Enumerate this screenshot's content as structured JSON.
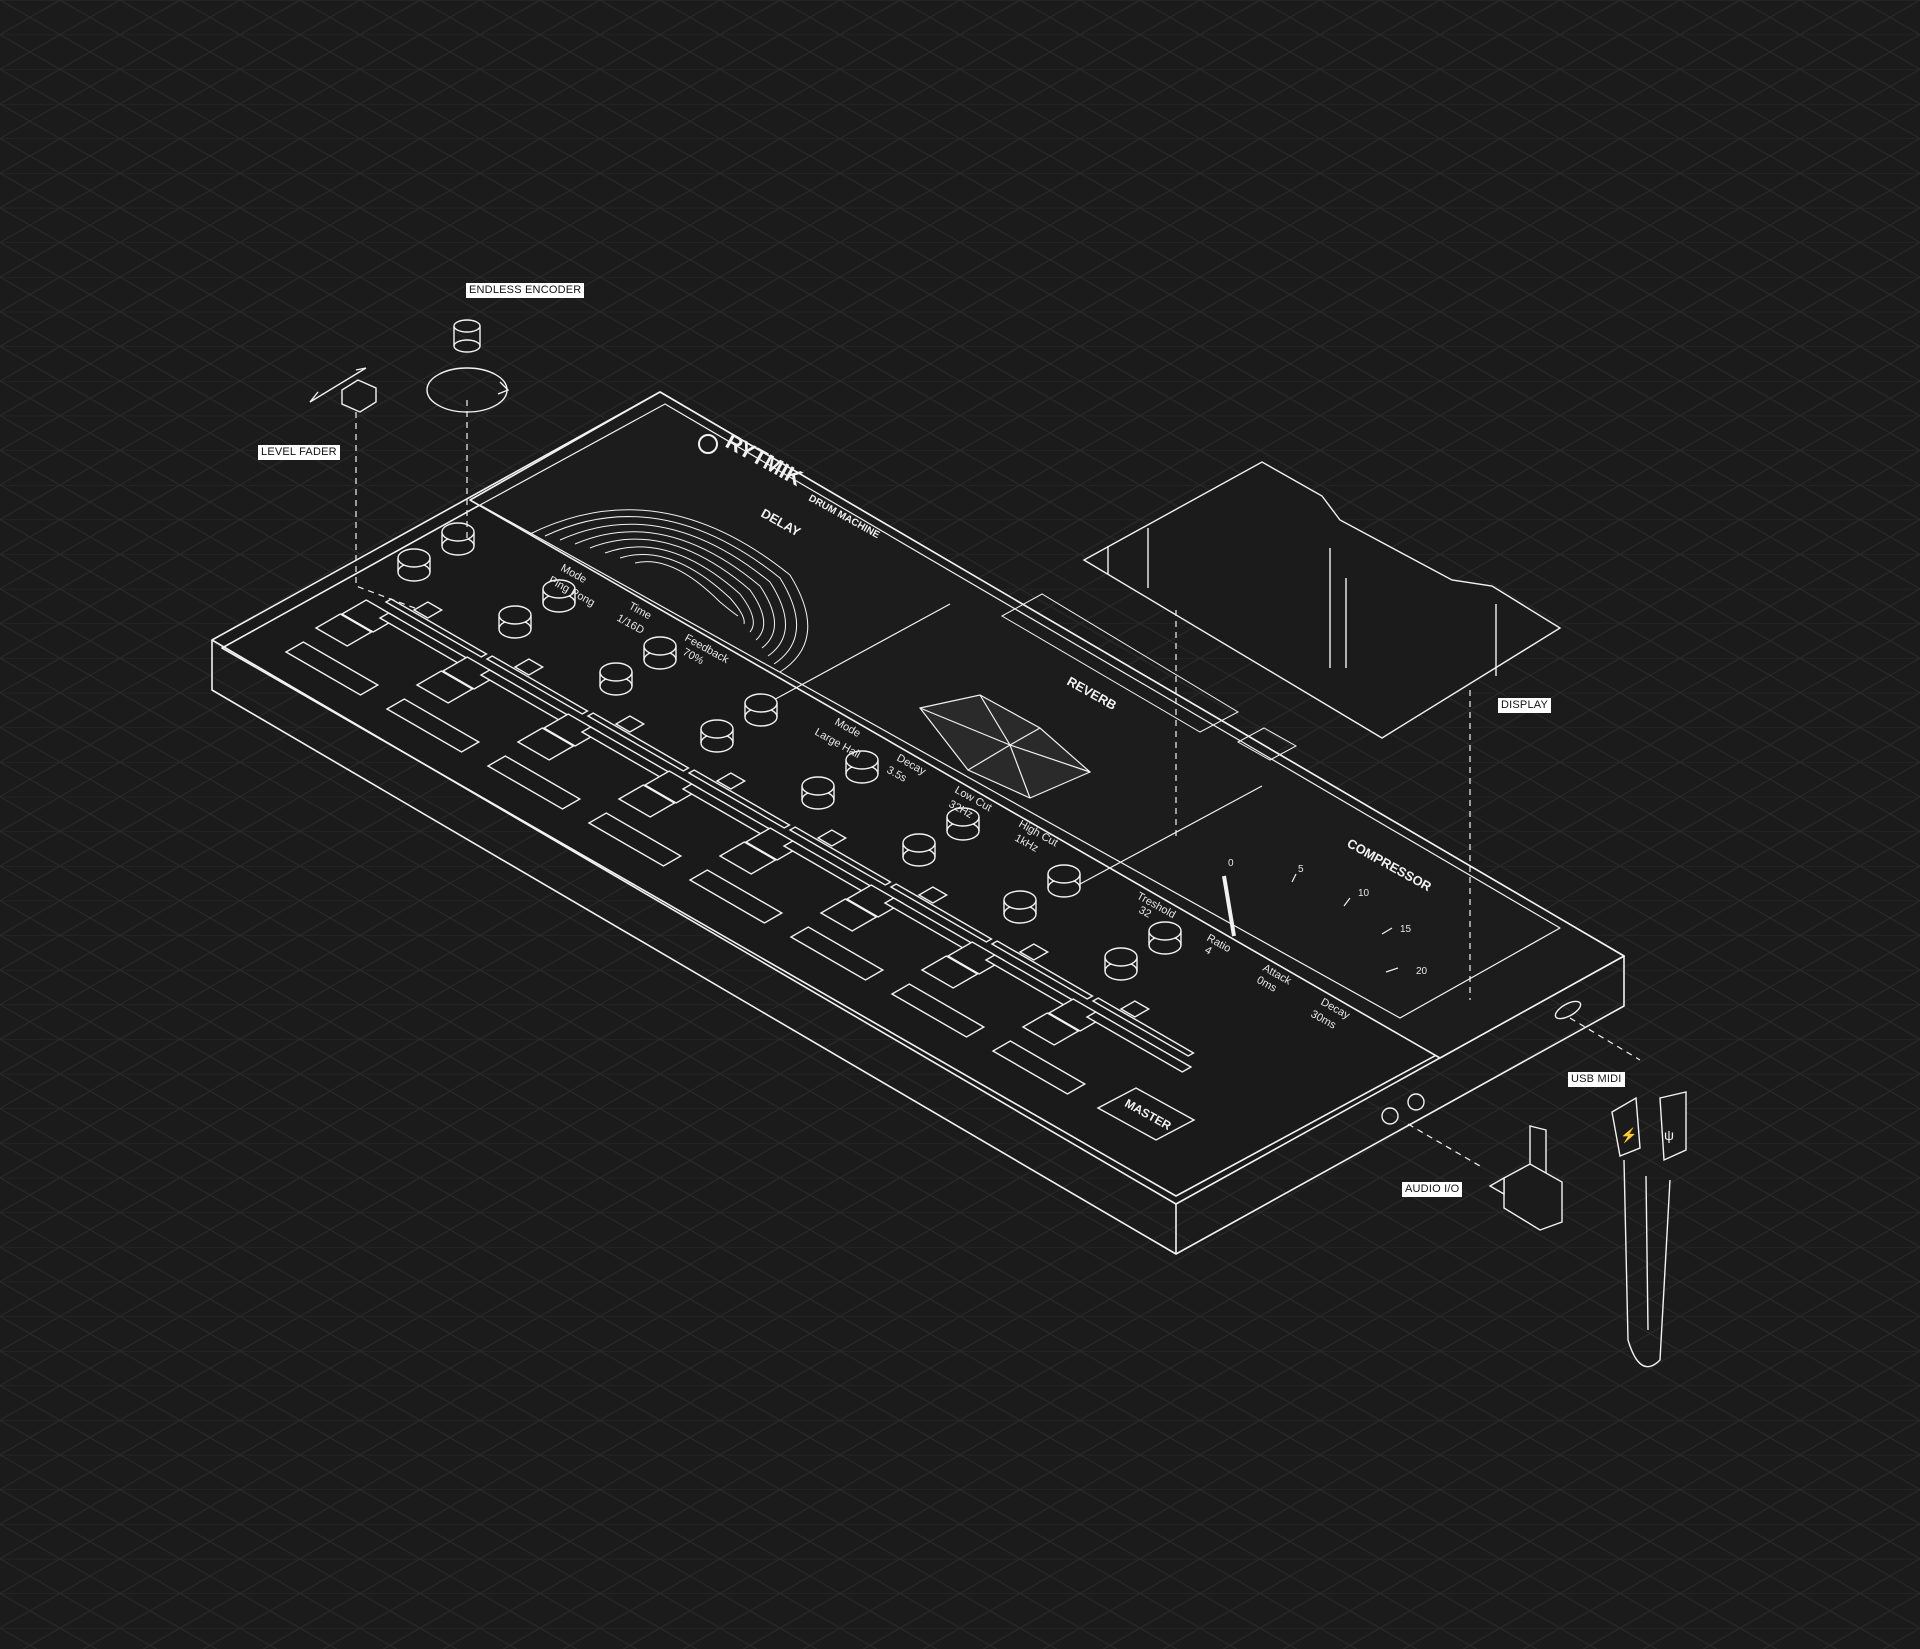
{
  "callouts": {
    "endless_encoder": "ENDLESS ENCODER",
    "level_fader": "LEVEL FADER",
    "display": "DISPLAY",
    "usb_midi": "USB MIDI",
    "audio_io": "AUDIO I/O"
  },
  "device": {
    "brand": "RYTMIK",
    "subtitle": "DRUM MACHINE",
    "master_label": "MASTER"
  },
  "delay": {
    "title": "DELAY",
    "params": [
      {
        "name": "Mode",
        "value": "Ping Pong"
      },
      {
        "name": "Time",
        "value": "1/16D"
      },
      {
        "name": "Feedback",
        "value": "70%"
      }
    ]
  },
  "reverb": {
    "title": "REVERB",
    "params": [
      {
        "name": "Mode",
        "value": "Large Hall"
      },
      {
        "name": "Decay",
        "value": "3.5s"
      },
      {
        "name": "Low Cut",
        "value": "32Hz"
      },
      {
        "name": "High Cut",
        "value": "1kHz"
      }
    ]
  },
  "compressor": {
    "title": "COMPRESSOR",
    "params": [
      {
        "name": "Treshold",
        "value": "32"
      },
      {
        "name": "Ratio",
        "value": "4"
      },
      {
        "name": "Attack",
        "value": "0ms"
      },
      {
        "name": "Decay",
        "value": "30ms"
      }
    ],
    "scale": [
      "0",
      "5",
      "10",
      "15",
      "20"
    ]
  },
  "colors": {
    "background": "#1b1b1b",
    "line": "#f2f2f2",
    "grid": "#2a2a2a"
  }
}
